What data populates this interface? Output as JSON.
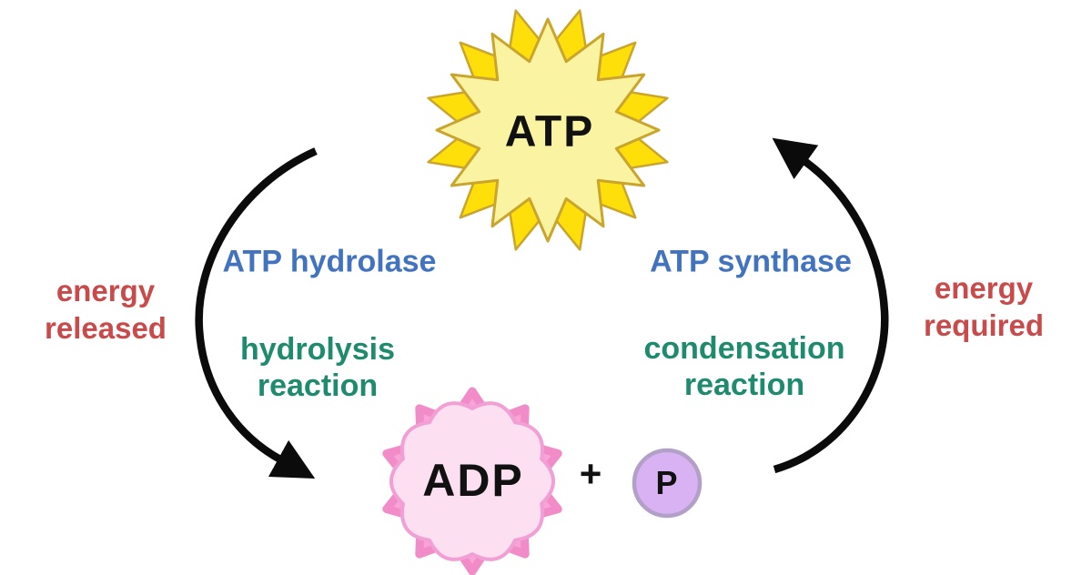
{
  "nodes": {
    "atp_label": "ATP",
    "adp_label": "ADP",
    "plus_sign": "+",
    "phosphate_label": "P"
  },
  "left_side": {
    "energy_line1": "energy",
    "energy_line2": "released",
    "enzyme": "ATP hydrolase",
    "reaction_line1": "hydrolysis",
    "reaction_line2": "reaction"
  },
  "right_side": {
    "energy_line1": "energy",
    "energy_line2": "required",
    "enzyme": "ATP synthase",
    "reaction_line1": "condensation",
    "reaction_line2": "reaction"
  },
  "colors": {
    "red": "#C94A4A",
    "blue": "#4273BF",
    "teal": "#1E8A6E",
    "text": "#111111",
    "arrow": "#0B0B0B",
    "star-back": "#FFDF0A",
    "star-front": "#FAF4A2",
    "star-stroke": "#C9A52E",
    "flower-back": "#F9A4D8",
    "flower-back-stroke": "#F28CC9",
    "flower-front": "#FCE0F2",
    "flower-front-stroke": "#F19FD4",
    "phosphate-fill": "#D9B2F4",
    "phosphate-stroke": "#B2A0C8"
  }
}
